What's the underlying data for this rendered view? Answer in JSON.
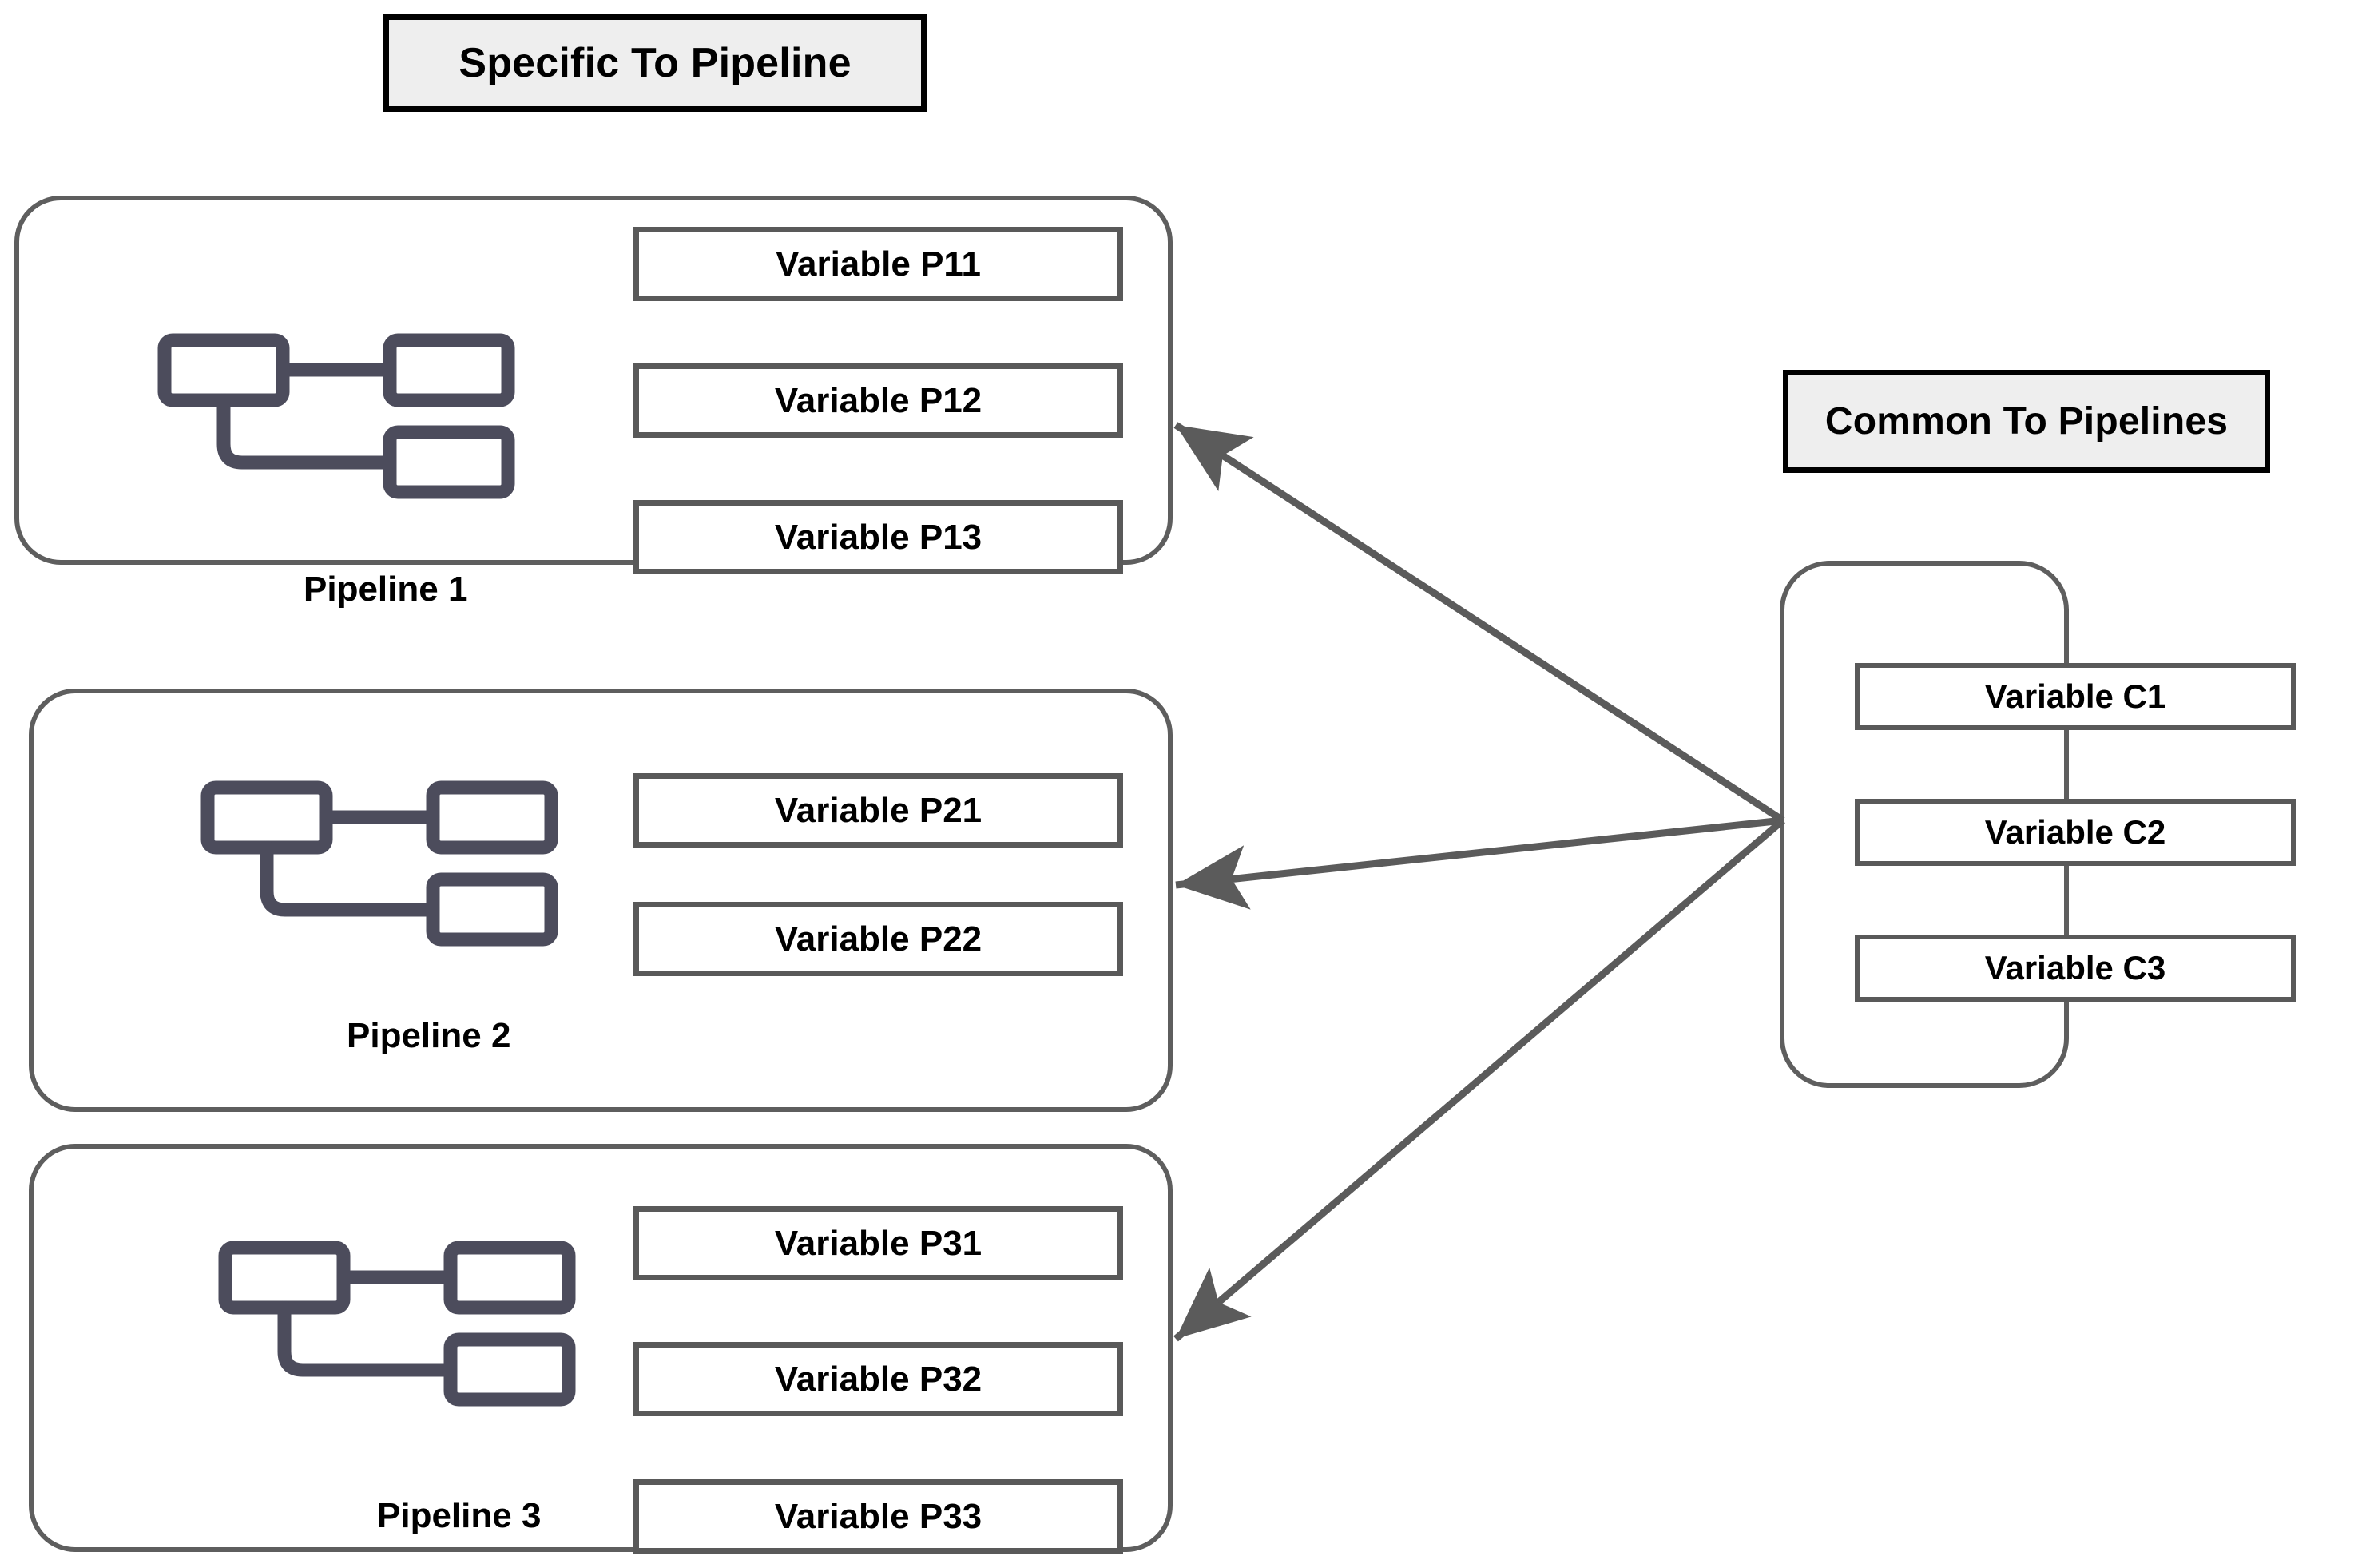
{
  "diagram": {
    "title_specific": "Specific To Pipeline",
    "title_common": "Common To Pipelines",
    "colors": {
      "container_border": "#5e5e5e",
      "variable_border": "#595959",
      "title_border": "#000000",
      "title_fill": "#eeeeee",
      "icon": "#4c4c5c",
      "arrow": "#5b5b5b",
      "background": "#ffffff"
    }
  },
  "pipelines": [
    {
      "label": "Pipeline 1",
      "icon_name": "pipeline-tree-icon",
      "variables": [
        {
          "label": "Variable P11"
        },
        {
          "label": "Variable P12"
        },
        {
          "label": "Variable P13"
        }
      ]
    },
    {
      "label": "Pipeline 2",
      "icon_name": "pipeline-tree-icon",
      "variables": [
        {
          "label": "Variable P21"
        },
        {
          "label": "Variable P22"
        }
      ]
    },
    {
      "label": "Pipeline 3",
      "icon_name": "pipeline-tree-icon",
      "variables": [
        {
          "label": "Variable P31"
        },
        {
          "label": "Variable P32"
        },
        {
          "label": "Variable P33"
        }
      ]
    }
  ],
  "common": {
    "variables": [
      {
        "label": "Variable C1"
      },
      {
        "label": "Variable C2"
      },
      {
        "label": "Variable C3"
      }
    ]
  },
  "arrows": [
    {
      "name": "arrow-common-to-pipeline-1",
      "from": "common-group",
      "to": "pipeline-group-1"
    },
    {
      "name": "arrow-common-to-pipeline-2",
      "from": "common-group",
      "to": "pipeline-group-2"
    },
    {
      "name": "arrow-common-to-pipeline-3",
      "from": "common-group",
      "to": "pipeline-group-3"
    }
  ]
}
